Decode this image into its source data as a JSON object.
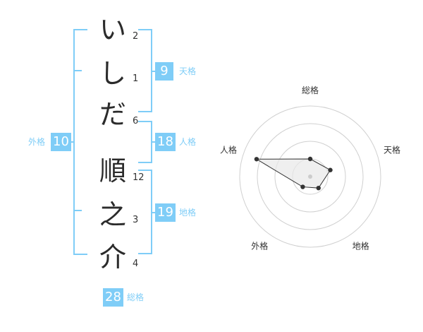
{
  "name": {
    "surname_chars": [
      {
        "char": "い",
        "strokes": "2"
      },
      {
        "char": "し",
        "strokes": "1"
      },
      {
        "char": "だ",
        "strokes": "6"
      }
    ],
    "given_chars": [
      {
        "char": "順",
        "strokes": "12"
      },
      {
        "char": "之",
        "strokes": "3"
      },
      {
        "char": "介",
        "strokes": "4"
      }
    ]
  },
  "fortune": {
    "tenkaku": {
      "label": "天格",
      "value": "9"
    },
    "jinkaku": {
      "label": "人格",
      "value": "18"
    },
    "chikaku": {
      "label": "地格",
      "value": "19"
    },
    "gaikaku": {
      "label": "外格",
      "value": "10"
    },
    "soukaku": {
      "label": "総格",
      "value": "28"
    }
  },
  "colors": {
    "accent": "#7fcdf7",
    "text": "#333333",
    "radar_fill": "#e8e8e8",
    "radar_ring": "#d0d0d0"
  },
  "chart_data": {
    "type": "radar",
    "axes": [
      "総格",
      "天格",
      "地格",
      "外格",
      "人格"
    ],
    "values": [
      0.25,
      0.3,
      0.2,
      0.18,
      0.8
    ],
    "rings": 4,
    "range": [
      0,
      1
    ]
  }
}
